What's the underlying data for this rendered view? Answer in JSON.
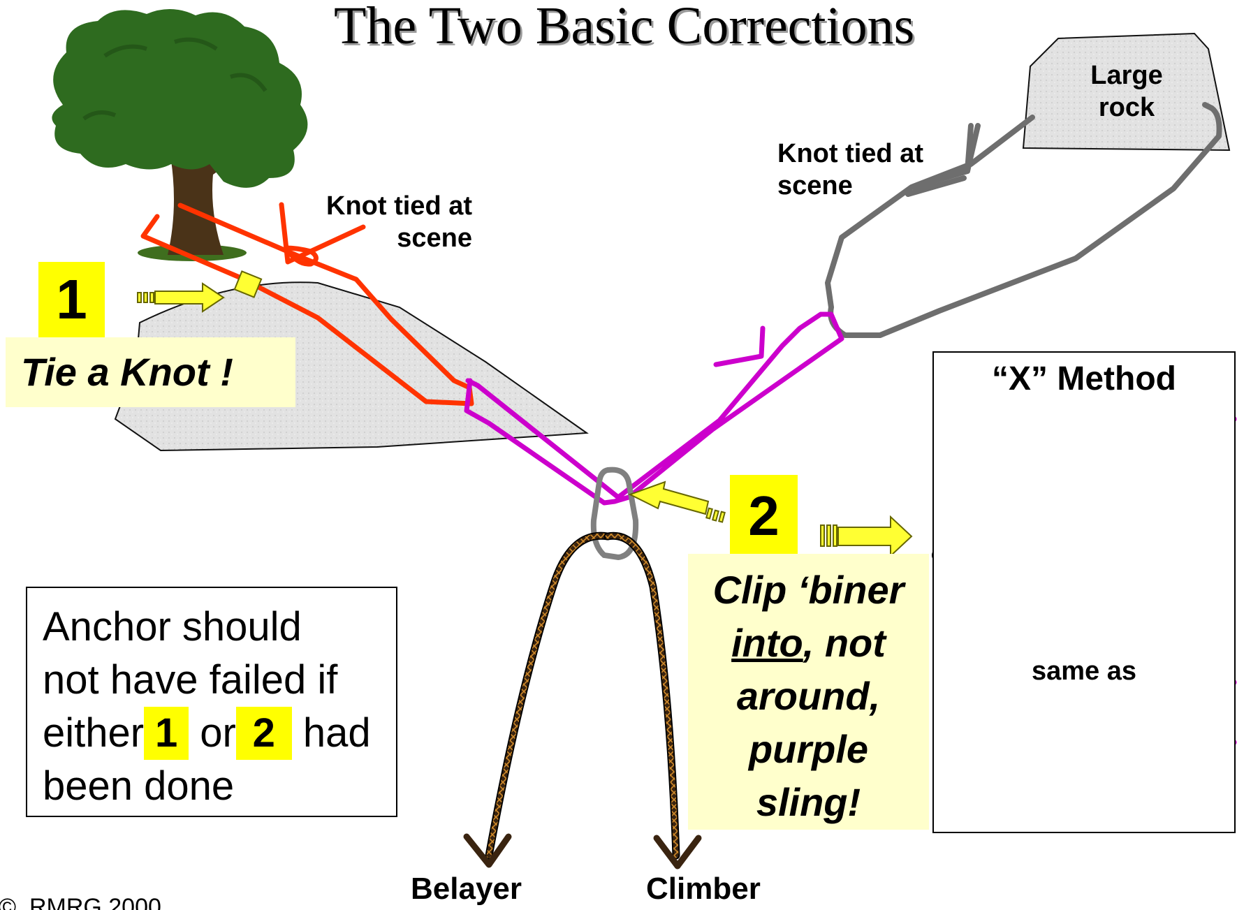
{
  "title": "The Two Basic Corrections",
  "knot_label_left": "Knot tied at scene",
  "knot_label_right": "Knot tied at scene",
  "large_rock_label": "Large rock",
  "step1": {
    "number": "1",
    "text": "Tie a Knot !"
  },
  "step2": {
    "number": "2",
    "line1": "Clip ‘biner",
    "into": "into",
    "line2_rest": ", not",
    "line3": "around,",
    "line4": "purple",
    "line5": "sling!"
  },
  "x_method": {
    "title": "“X” Method",
    "same_as": "same as"
  },
  "anchor_note": {
    "line1": "Anchor should",
    "line2": "not have failed if",
    "either": "either",
    "or": "or",
    "had": "had",
    "line4": "been done",
    "num1": "1",
    "num2": "2"
  },
  "belayer_label": "Belayer",
  "climber_label": "Climber",
  "copyright": "©  RMRG 2000",
  "colors": {
    "sling": "#cc00cc",
    "anchor_rope": "#ff3300",
    "grey_rope": "#6e6e6e",
    "carabiner": "#808080",
    "highlight": "#ffff00",
    "note_bg": "#ffffcc",
    "tree": "#2e6b1f"
  },
  "icons": [
    "tree-icon",
    "rock-icon",
    "arrow-icon",
    "carabiner-icon",
    "rope-icon"
  ]
}
